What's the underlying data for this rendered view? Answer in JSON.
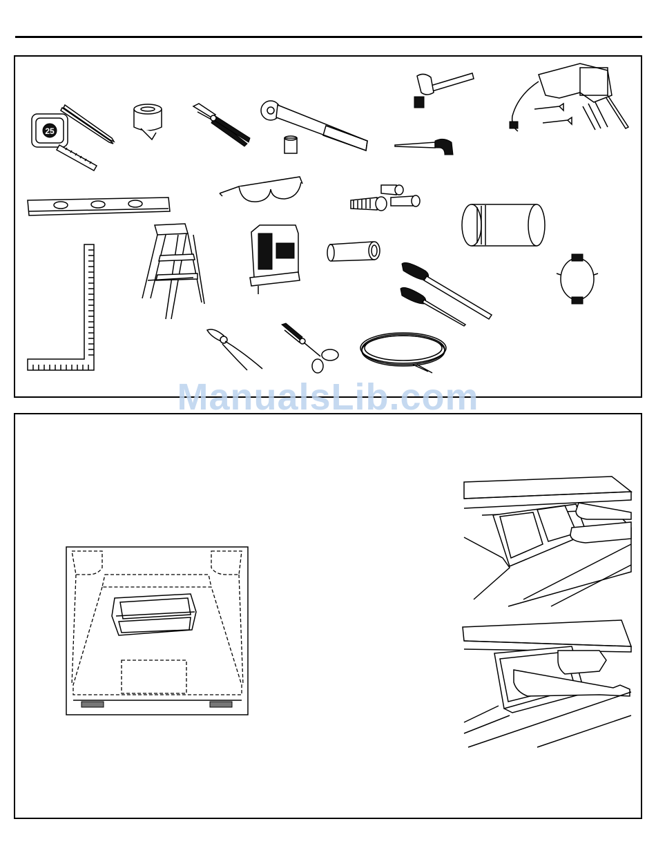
{
  "watermark": {
    "text": "ManualsLib.com"
  },
  "tools_panel": {
    "icons": [
      "tape-measure-icon",
      "pencil-icon",
      "duct-tape-icon",
      "pliers-icon",
      "socket-wrench-icon",
      "hammer-icon",
      "power-drill-icon",
      "keyhole-saw-icon",
      "level-icon",
      "safety-glasses-icon",
      "wire-nuts-icon",
      "duct-pipe-icon",
      "ladder-icon",
      "jigsaw-icon",
      "pvc-pipe-icon",
      "screwdriver-icon",
      "carpenter-square-icon",
      "duct-clamp-icon",
      "slip-joint-pliers-icon",
      "tin-snips-icon",
      "electrical-wire-icon"
    ],
    "tape_measure_number": "25"
  },
  "install_panel": {
    "figures": [
      "cabinet-diagram",
      "hood-insert-figure-top",
      "hood-insert-figure-bottom"
    ]
  }
}
